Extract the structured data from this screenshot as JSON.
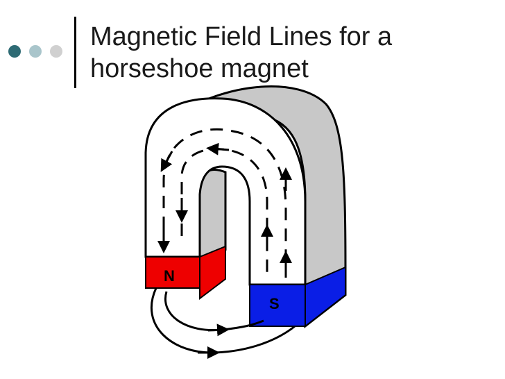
{
  "slide": {
    "title_line1": "Magnetic Field Lines for a",
    "title_line2": "horseshoe magnet"
  },
  "bullets": {
    "colors": [
      "#2e6b74",
      "#a9c5cb",
      "#d0d0d0"
    ]
  },
  "diagram": {
    "north_label": "N",
    "south_label": "S",
    "north_color": "#ee0000",
    "south_color": "#0a1ee6",
    "body_color": "#ffffff",
    "side_color": "#c8c8c8"
  }
}
